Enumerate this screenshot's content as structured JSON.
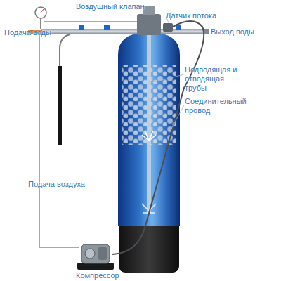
{
  "diagram": {
    "labels": [
      "Воздушный клапан",
      "Датчик потока",
      "Подача воды",
      "Выход воды",
      "Подводящая и отводящая трубы",
      "Соединительный провод",
      "Подача воздуха",
      "Компрессор"
    ]
  }
}
